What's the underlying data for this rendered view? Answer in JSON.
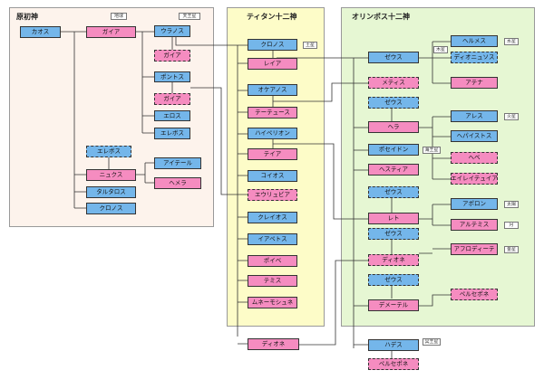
{
  "colors": {
    "primordial_bg": "#fdf3ec",
    "titan_bg": "#fdfcc8",
    "olympus_bg": "#e6f7d3",
    "male": "#74b6ea",
    "female": "#f58cc0"
  },
  "panels": {
    "primordial": "原初神",
    "titan": "ティタン十二神",
    "olympus": "オリンポス十二神"
  },
  "nodes": {
    "khaos": "カオス",
    "gaia": "ガイア",
    "ouranos": "ウラノス",
    "gaia2": "ガイア",
    "pontos": "ポントス",
    "gaia3": "ガイア",
    "eros": "エロス",
    "erebos": "エレボス",
    "erebos2": "エレボス",
    "nyx": "ニュクス",
    "aither": "アイテール",
    "hemera": "ヘメラ",
    "tartaros": "タルタロス",
    "kronos_p": "クロノス",
    "kronos": "クロノス",
    "rhea": "レイア",
    "okeanos": "オケアノス",
    "tethys": "テーテュース",
    "hyperion": "ハイペリオン",
    "theia": "テイア",
    "koios": "コイオス",
    "phoibe": "ポイベ",
    "eurybia": "エウリュビア",
    "kreios": "クレイオス",
    "iapetos": "イアペトス",
    "themis": "テミス",
    "mnemosyne": "ムネーモシュネ",
    "dione": "ディオネ",
    "zeus": "ゼウス",
    "hermes": "ヘルメス",
    "dionysos": "ディオニュソス",
    "metis": "メティス",
    "athena": "アテナ",
    "zeus2": "ゼウス",
    "hera": "ヘラ",
    "ares": "アレス",
    "hephaistos": "ヘパイストス",
    "hebe": "ヘベ",
    "eileithyia": "エイレイテュイア",
    "poseidon": "ポセイドン",
    "hestia": "ヘスティア",
    "zeus3": "ゼウス",
    "leto": "レト",
    "apollon": "アポロン",
    "artemis": "アルテミス",
    "zeus4": "ゼウス",
    "dione2": "ディオネ",
    "aphrodite": "アフロディーテ",
    "zeus5": "ゼウス",
    "persephone": "ペルセポネ",
    "demeter": "デメーテル",
    "hades": "ハデス",
    "persephone2": "ペルセポネ"
  },
  "tags": {
    "earth": "地球",
    "uranus": "天王星",
    "saturn": "土星",
    "mercury": "水星",
    "jupiter": "木星",
    "mars": "火星",
    "neptune": "海王星",
    "sun": "太陽",
    "moon": "月",
    "venus": "金星",
    "pluto": "冥王星"
  }
}
